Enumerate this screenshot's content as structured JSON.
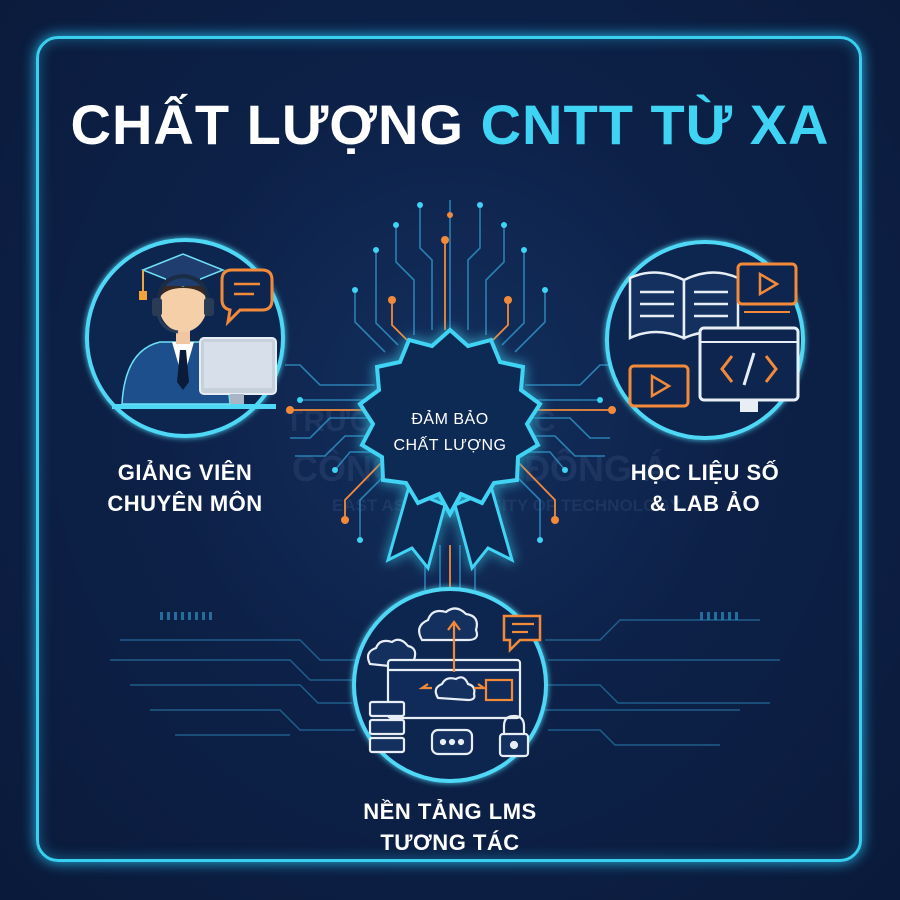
{
  "title": {
    "main": "CHẤT LƯỢNG",
    "accent": "CNTT TỪ XA"
  },
  "center": {
    "line1": "ĐẢM BẢO",
    "line2": "CHẤT LƯỢNG"
  },
  "pillars": {
    "left": {
      "line1": "GIẢNG VIÊN",
      "line2": "CHUYÊN MÔN"
    },
    "right": {
      "line1": "HỌC LIỆU SỐ",
      "line2": "& LAB ẢO"
    },
    "bottom": {
      "line1": "NỀN TẢNG LMS",
      "line2": "TƯƠNG TÁC"
    }
  },
  "watermark": {
    "line1": "TRƯỜNG ĐẠI HỌC",
    "line2": "CÔNG NGHỆ ĐÔNG Á",
    "line3": "EAST ASIA UNIVERSITY OF TECHNOLOGY"
  },
  "colors": {
    "background": "#0b1b3a",
    "neon": "#39d0f0",
    "accent": "#3fd3f4",
    "orange": "#f28a3a",
    "white": "#ffffff"
  },
  "icons": [
    "graduation-cap-icon",
    "headset-icon",
    "chat-bubble-icon",
    "monitor-icon",
    "open-book-icon",
    "video-play-icon",
    "code-window-icon",
    "cloud-icon",
    "server-icon",
    "lock-icon",
    "ribbon-badge-icon"
  ]
}
